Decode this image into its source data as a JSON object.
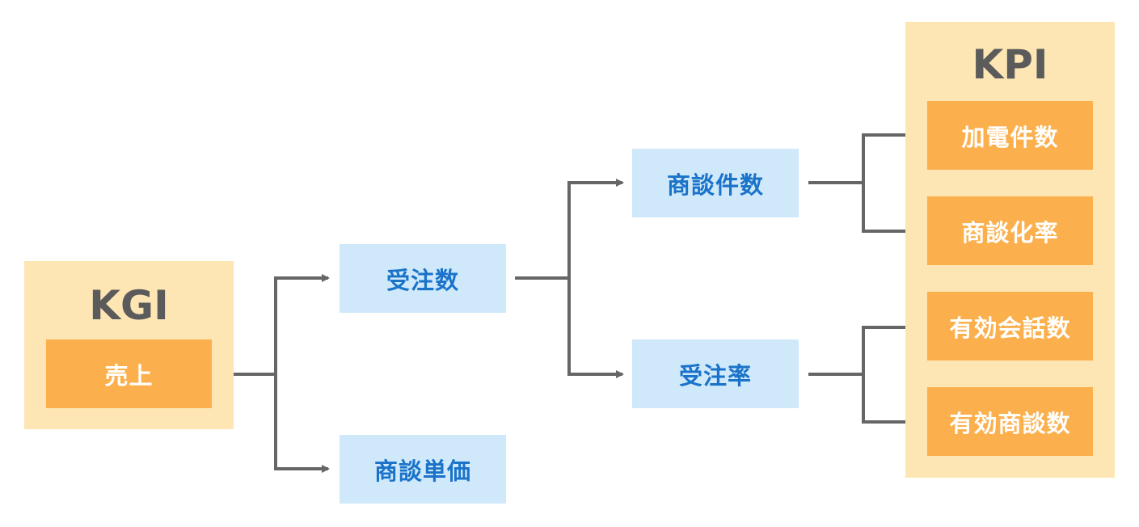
{
  "colors": {
    "panel_bg": "#fde6b3",
    "orange_box": "#fbb04d",
    "blue_box": "#cfe9fb",
    "blue_text": "#1a73c9",
    "title_text": "#5b5b5b",
    "arrow": "#666666"
  },
  "kgi": {
    "title": "KGI",
    "item": "売上"
  },
  "level1": {
    "top": "受注数",
    "bottom": "商談単価"
  },
  "level2": {
    "top": "商談件数",
    "bottom": "受注率"
  },
  "kpi": {
    "title": "KPI",
    "items": [
      "加電件数",
      "商談化率",
      "有効会話数",
      "有効商談数"
    ]
  }
}
